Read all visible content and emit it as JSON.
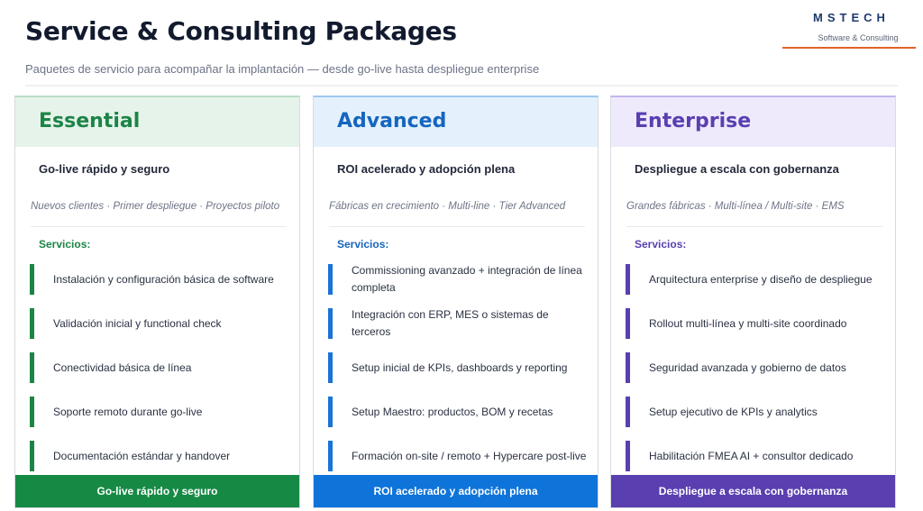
{
  "header": {
    "title": "Service & Consulting Packages",
    "subtitle": "Paquetes de servicio para acompañar la implantación — desde go-live hasta despliegue enterprise"
  },
  "brand": {
    "name": "MSTECH",
    "tagline": "Software & Consulting",
    "accent_color": "#e2622b"
  },
  "packages": [
    {
      "name": "Essential",
      "tagline": "Go-live rápido y seguro",
      "segments": "Nuevos clientes · Primer despliegue · Proyectos piloto",
      "services_label": "Servicios:",
      "services": [
        "Instalación y configuración básica de software",
        "Validación inicial y functional check",
        "Conectividad básica de línea",
        "Soporte remoto durante go-live",
        "Documentación estándar y handover"
      ],
      "footer": "Go-live rápido y seguro",
      "color": "#1c8447"
    },
    {
      "name": "Advanced",
      "tagline": "ROI acelerado y adopción plena",
      "segments": "Fábricas en crecimiento · Multi-line · Tier Advanced",
      "services_label": "Servicios:",
      "services": [
        "Commissioning avanzado + integración de línea completa",
        "Integración con ERP, MES o sistemas de terceros",
        "Setup inicial de KPIs, dashboards y reporting",
        "Setup Maestro: productos, BOM y recetas",
        "Formación on-site / remoto + Hypercare post-live"
      ],
      "footer": "ROI acelerado y adopción plena",
      "color": "#1565c0"
    },
    {
      "name": "Enterprise",
      "tagline": "Despliegue a escala con gobernanza",
      "segments": "Grandes fábricas · Multi-línea / Multi-site · EMS",
      "services_label": "Servicios:",
      "services": [
        "Arquitectura enterprise y diseño de despliegue",
        "Rollout multi-línea y multi-site coordinado",
        "Seguridad avanzada y gobierno de datos",
        "Setup ejecutivo de KPIs y analytics",
        "Habilitación FMEA AI + consultor dedicado"
      ],
      "footer": "Despliegue a escala con gobernanza",
      "color": "#5a3fb0"
    }
  ]
}
